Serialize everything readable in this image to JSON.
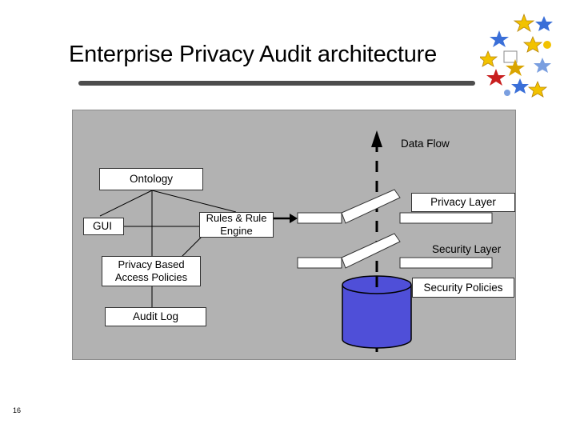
{
  "slide": {
    "title": "Enterprise Privacy Audit architecture",
    "page_number": "16"
  },
  "diagram": {
    "components": {
      "ontology": "Ontology",
      "gui": "GUI",
      "rules_engine": "Rules & Rule Engine",
      "privacy_policies": "Privacy Based Access Policies",
      "audit_log": "Audit Log",
      "privacy_layer": "Privacy Layer",
      "security_layer": "Security Layer",
      "security_policies": "Security Policies"
    },
    "labels": {
      "data_flow": "Data Flow"
    }
  },
  "colors": {
    "panel": "#b2b2b2",
    "database": "#4f4fd8",
    "rule": "#4d4d4d"
  }
}
